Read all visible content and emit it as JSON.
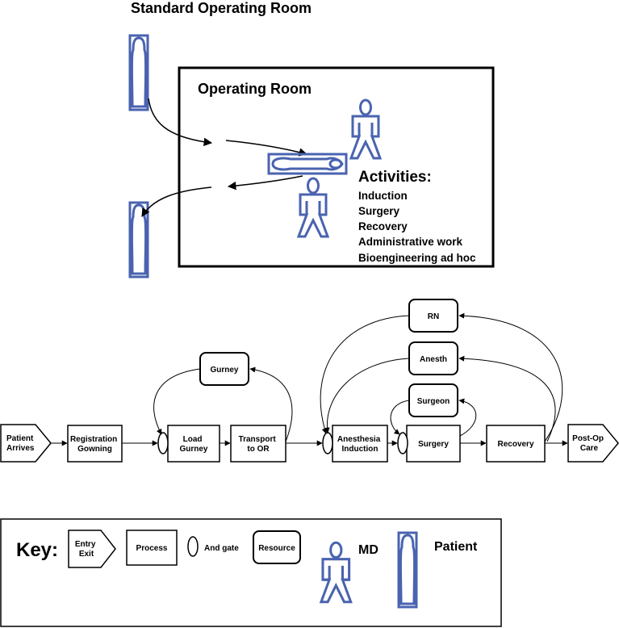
{
  "top": {
    "title": "Standard Operating Room",
    "room_label": "Operating Room",
    "activities_title": "Activities:",
    "activities": [
      "Induction",
      "Surgery",
      "Recovery",
      "Administrative work",
      "Bioengineering ad hoc"
    ]
  },
  "flow": {
    "patient_arrives": [
      "Patient",
      "Arrives"
    ],
    "registration": [
      "Registration",
      "Gowning"
    ],
    "load_gurney": [
      "Load",
      "Gurney"
    ],
    "transport": [
      "Transport",
      "to OR"
    ],
    "anesthesia_induction": [
      "Anesthesia",
      "Induction"
    ],
    "surgery": "Surgery",
    "recovery": "Recovery",
    "post_op": [
      "Post-Op",
      "Care"
    ],
    "resources": {
      "gurney": "Gurney",
      "rn": "RN",
      "anesth": "Anesth",
      "surgeon": "Surgeon"
    }
  },
  "key": {
    "title": "Key:",
    "entry_exit": [
      "Entry",
      "Exit"
    ],
    "process": "Process",
    "and_gate": "And gate",
    "resource": "Resource",
    "md": "MD",
    "patient": "Patient"
  },
  "colors": {
    "figure": "#4a63b0",
    "line": "#000000"
  }
}
